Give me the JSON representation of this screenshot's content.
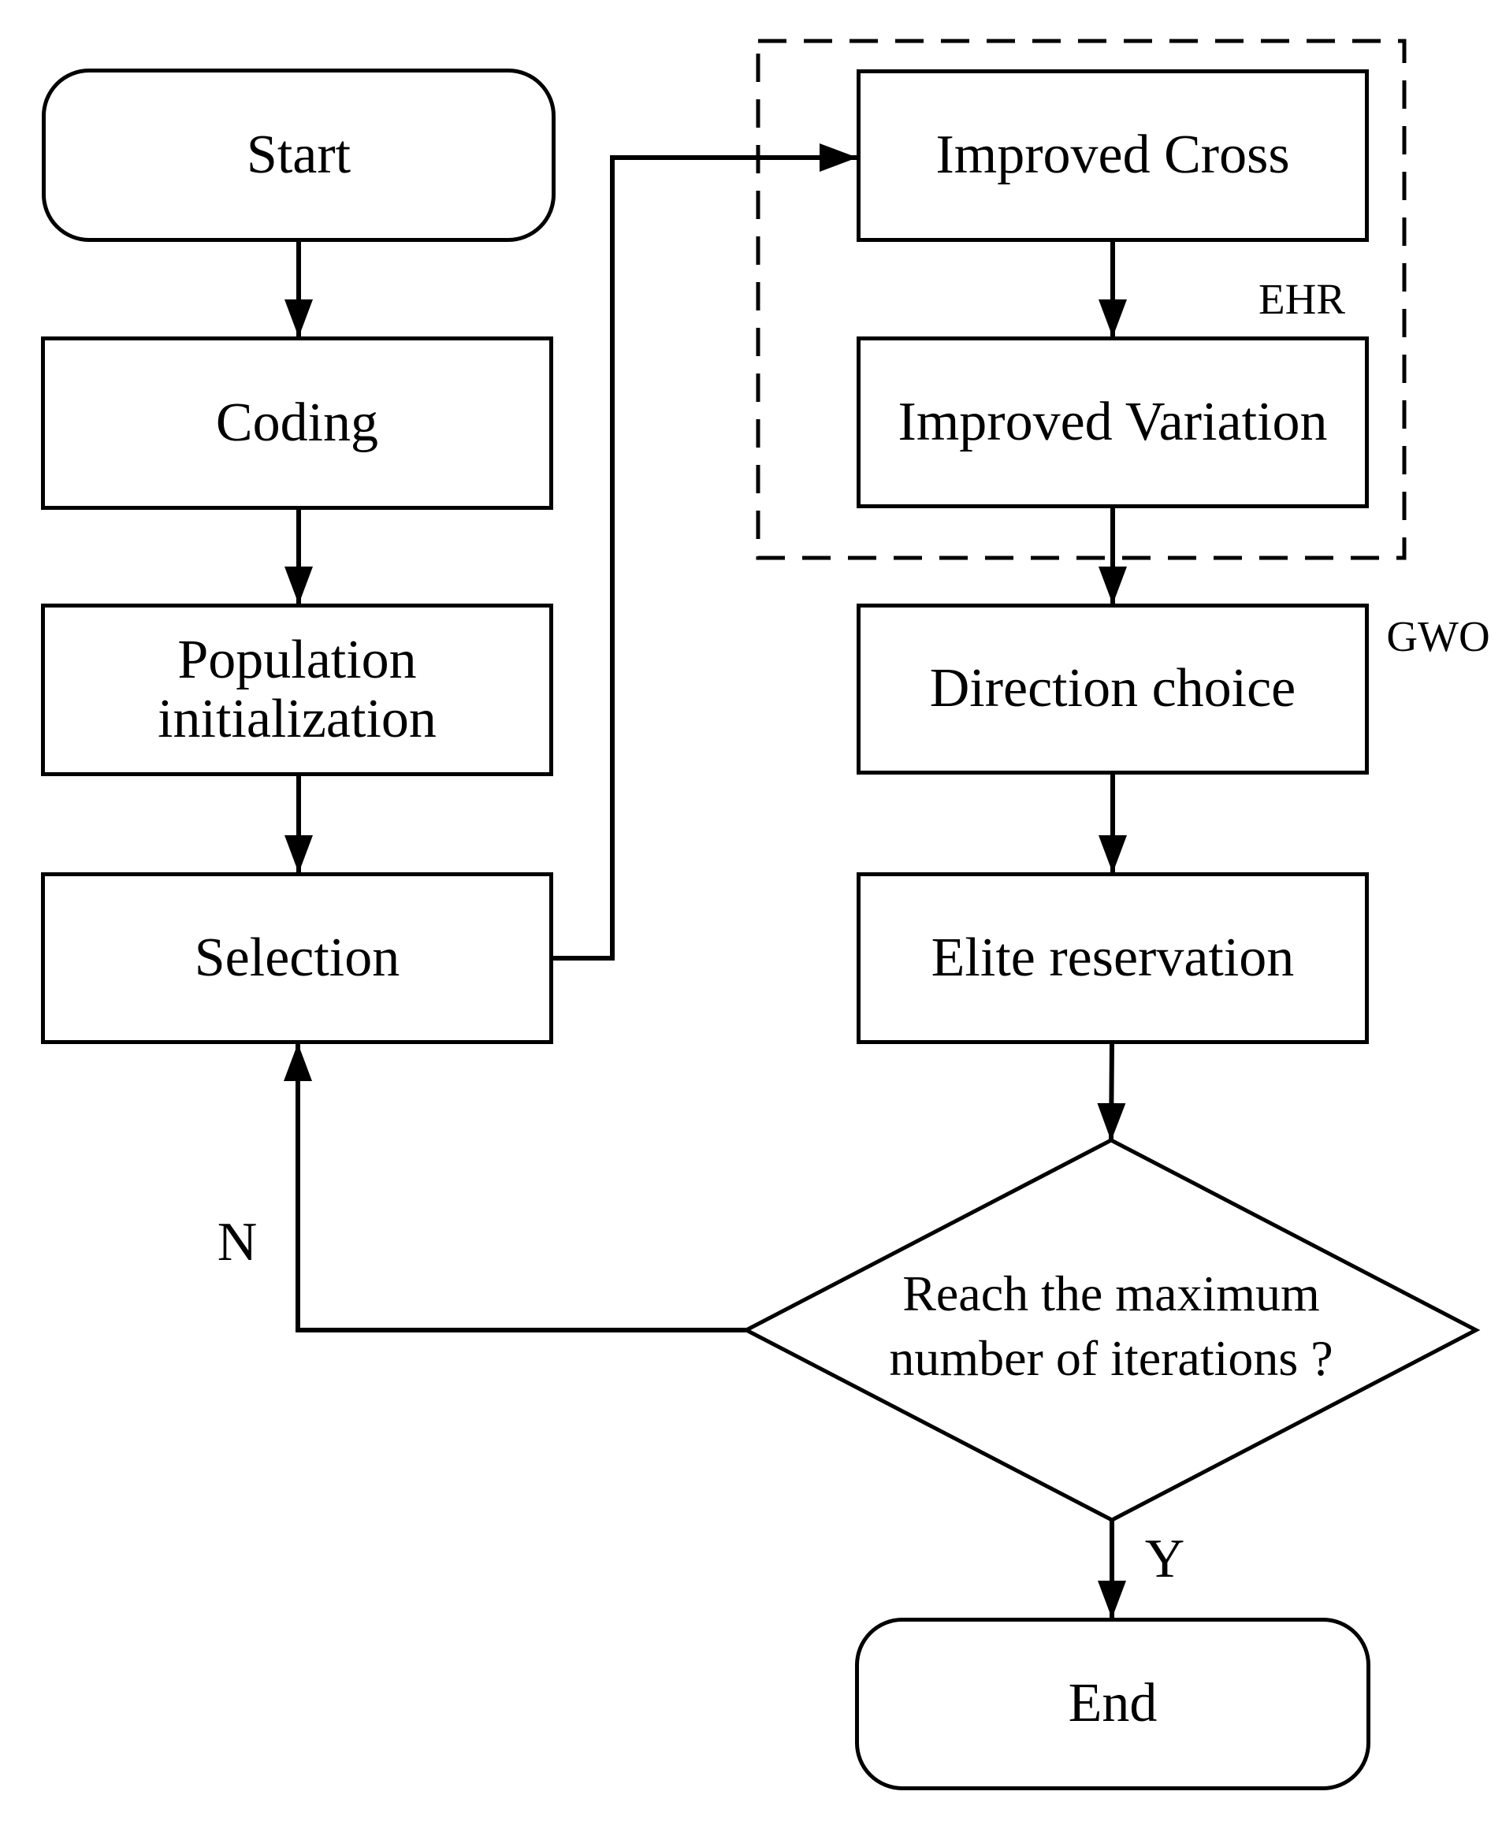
{
  "colors": {
    "line": "#000000",
    "background": "#ffffff"
  },
  "nodes": {
    "start": {
      "label": "Start"
    },
    "coding": {
      "label": "Coding"
    },
    "population_initialization": {
      "label": "Population initialization"
    },
    "selection": {
      "label": "Selection"
    },
    "improved_cross": {
      "label": "Improved Cross"
    },
    "improved_variation": {
      "label": "Improved Variation"
    },
    "direction_choice": {
      "label": "Direction choice"
    },
    "elite_reservation": {
      "label": "Elite reservation"
    },
    "decision": {
      "line1": "Reach the maximum",
      "line2": "number of iterations ?"
    },
    "end": {
      "label": "End"
    }
  },
  "labels": {
    "ehr": "EHR",
    "gwo": "GWO",
    "decision_no": "N",
    "decision_yes": "Y"
  }
}
